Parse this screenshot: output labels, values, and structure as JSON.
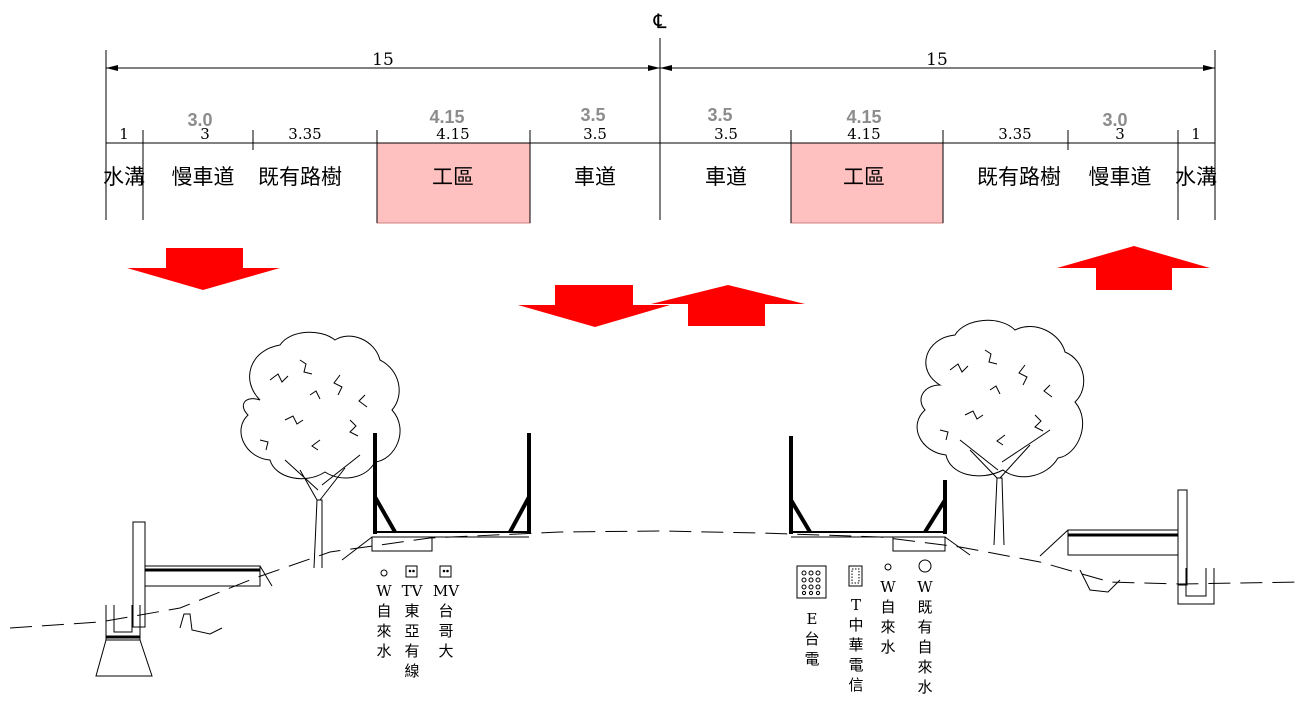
{
  "centerline": "℄",
  "totals": [
    "15",
    "15"
  ],
  "dims": [
    "1",
    "3",
    "3.35",
    "4.15",
    "3.5",
    "3.5",
    "4.15",
    "3.35",
    "3",
    "1"
  ],
  "grey_dims": [
    "3.0",
    "4.15",
    "3.5",
    "3.5",
    "4.15",
    "3.0"
  ],
  "lanes": [
    "水溝",
    "慢車道",
    "既有路樹",
    "工區",
    "車道",
    "車道",
    "工區",
    "既有路樹",
    "慢車道",
    "水溝"
  ],
  "utilities_left": [
    {
      "code": "W",
      "name": "自來水"
    },
    {
      "code": "TV",
      "name": "東亞有線"
    },
    {
      "code": "MV",
      "name": "台哥大"
    }
  ],
  "utilities_right": [
    {
      "code": "E",
      "name": "台電"
    },
    {
      "code": "T",
      "name": "中華電信"
    },
    {
      "code": "W",
      "name": "自來水"
    },
    {
      "code": "W",
      "name": "既有自來水"
    }
  ],
  "colors": {
    "work_zone": "#ffc0c0",
    "arrow": "#ff0000",
    "grey_label": "#8c8c8c"
  }
}
